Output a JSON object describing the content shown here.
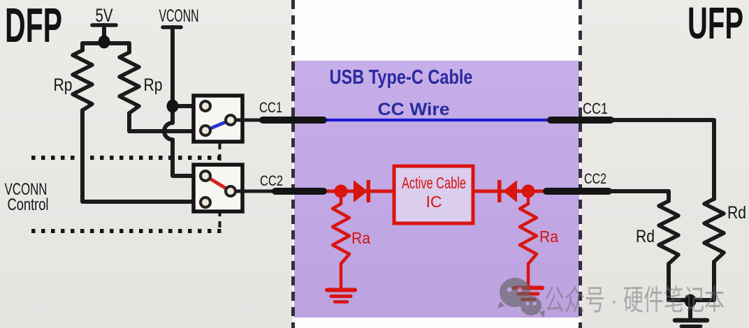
{
  "ports": {
    "left": "DFP",
    "right": "UFP"
  },
  "dfp": {
    "supply_label": "5V",
    "vconn_label": "VCONN",
    "rp_left": "Rp",
    "rp_right": "Rp",
    "control_line1": "VCONN",
    "control_line2": "Control",
    "cc1_label": "CC1",
    "cc2_label": "CC2"
  },
  "cable": {
    "title": "USB Type-C Cable",
    "cc_wire_label": "CC Wire",
    "ic_line1": "Active Cable",
    "ic_line2": "IC",
    "ra_left": "Ra",
    "ra_right": "Ra"
  },
  "ufp": {
    "cc1_label": "CC1",
    "cc2_label": "CC2",
    "rd_left": "Rd",
    "rd_right": "Rd"
  },
  "watermark": {
    "text": "公众号 · 硬件笔记本"
  },
  "colors": {
    "background_gray": "#e9e7e4",
    "middle_white": "#fdfcfa",
    "cable_purple": "#c0a7e3",
    "ic_fill": "#dacdee",
    "cc_wire_blue": "#1b1bd0",
    "active_red": "#d8150f",
    "label_navy": "#2929a0",
    "wire_black": "#1b1b1b"
  }
}
